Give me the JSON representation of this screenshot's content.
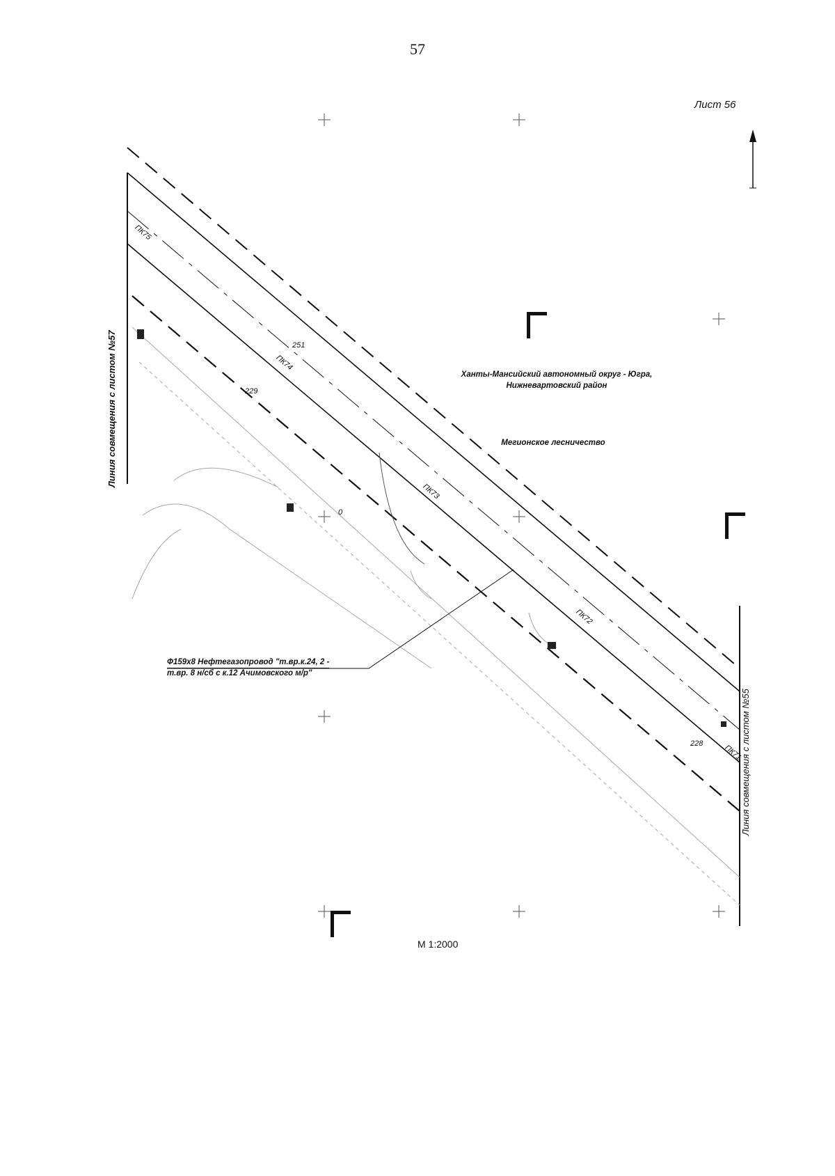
{
  "page": {
    "number": "57",
    "sheet_label": "Лист 56",
    "scale": "М 1:2000"
  },
  "labels": {
    "region_line1": "Ханты-Мансийский автономный округ - Югра,",
    "region_line2": "Нижневартовский район",
    "forestry": "Мегионское лесничество",
    "pipeline_line1": "Ф159х8 Нефтегазопровод \"т.вр.к.24, 2 -",
    "pipeline_line2": "т.вр. 8 н/сб с к.12 Ачимовского м/р\"",
    "match_left": "Линия совмещения с листом №57",
    "match_right": "Линия совмещения с листом №55"
  },
  "elevations": [
    "251",
    "229",
    "228",
    "0"
  ],
  "pickets": [
    "ПК75",
    "ПК74",
    "ПК73",
    "ПК72",
    "ПК71"
  ],
  "colors": {
    "ink": "#111111",
    "faint": "#9a9a9a"
  },
  "icons": {
    "north_arrow": "north-arrow-icon",
    "section_marker": "section-marker-icon"
  }
}
